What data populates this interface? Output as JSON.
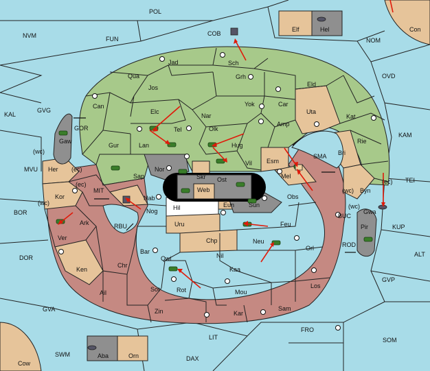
{
  "labels": {
    "POL": "POL",
    "COB": "COB",
    "Elf": "Elf",
    "Hel": "Hel",
    "Con": "Con",
    "NVM": "NVM",
    "FUN": "FUN",
    "NOM": "NOM",
    "OVD": "OVD",
    "Jad": "Jad",
    "Sch": "Sch",
    "Qua": "Qua",
    "Jos": "Jos",
    "Grh": "Grh",
    "Eld": "Eld",
    "Can": "Can",
    "Elc": "Elc",
    "Nar": "Nar",
    "Yok": "Yok",
    "Car": "Car",
    "Uta": "Uta",
    "Kat": "Kat",
    "KAL": "KAL",
    "GVG": "GVG",
    "GOR": "GOR",
    "Gaw": "Gaw",
    "Tel": "Tel",
    "Olk": "Olk",
    "Amp": "Amp",
    "KAM": "KAM",
    "Rie": "Rie",
    "Gur": "Gur",
    "Lan": "Lan",
    "Hug": "Hug",
    "SMA": "SMA",
    "Bri": "Bri",
    "wc1": "(wc)",
    "Her": "Her",
    "ec1": "(ec)",
    "MVU": "MVU",
    "Nor": "Nor",
    "Skr": "Skr",
    "Vil": "Vil",
    "Esm": "Esm",
    "Sap": "Sap",
    "Ost": "Ost",
    "Mel": "Mel",
    "ec2": "(ec)",
    "TEI": "TEI",
    "Web": "Web",
    "Byn": "Byn",
    "ec3": "(ec)",
    "wc2": "(wc)",
    "MIT": "MIT",
    "Kor": "Kor",
    "Nab": "Nab",
    "Eun": "Eun",
    "Obs": "Obs",
    "Gwa": "Gwa",
    "wc3": "(wc)",
    "wc4": "(wc)",
    "BOR": "BOR",
    "Hil": "Hil",
    "Sun": "Sun",
    "BUC": "BUC",
    "Nog": "Nog",
    "Ark": "Ark",
    "Pir": "Pir",
    "KUP": "KUP",
    "RBU": "RBU",
    "Uru": "Uru",
    "Feu": "Feu",
    "Ver": "Ver",
    "Chp": "Chp",
    "Neu": "Neu",
    "ROD": "ROD",
    "Bar": "Bar",
    "Qwi": "Qwi",
    "Orl": "Orl",
    "ALT": "ALT",
    "DOR": "DOR",
    "Nil": "Nil",
    "Chr": "Chr",
    "Ken": "Ken",
    "Kaa": "Kaa",
    "GVP": "GVP",
    "Sot": "Sot",
    "Los": "Los",
    "Rot": "Rot",
    "Ail": "Ail",
    "Mou": "Mou",
    "GVA": "GVA",
    "Zin": "Zin",
    "Sam": "Sam",
    "Kar": "Kar",
    "FRO": "FRO",
    "LIT": "LIT",
    "SOM": "SOM",
    "SWM": "SWM",
    "Aba": "Aba",
    "Orn": "Orn",
    "Cow": "Cow",
    "DAX": "DAX"
  },
  "colors": {
    "sea": "#a8dce8",
    "green": "#a7c98a",
    "tan": "#e6c49a",
    "red": "#c58982",
    "grey": "#8f8f8f",
    "arrow": "#e01a0a"
  }
}
